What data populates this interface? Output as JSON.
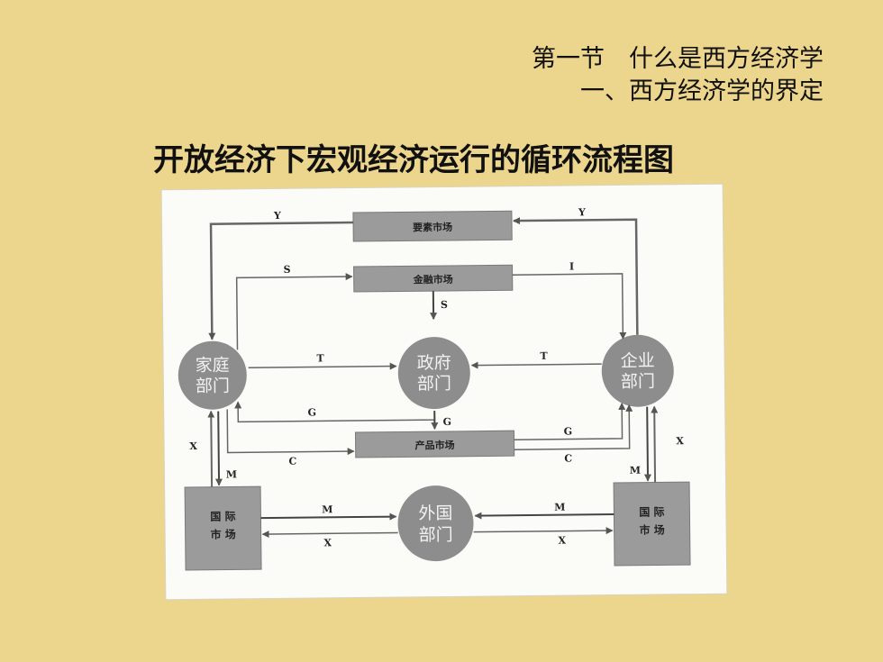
{
  "section": {
    "line1": "第一节　什么是西方经济学",
    "line2": "一、西方经济学的界定"
  },
  "heading": "开放经济下宏观经济运行的循环流程图",
  "diagram": {
    "nodes": {
      "household": [
        "家庭",
        "部门"
      ],
      "government": [
        "政府",
        "部门"
      ],
      "firm": [
        "企业",
        "部门"
      ],
      "foreign": [
        "外国",
        "部门"
      ]
    },
    "markets": {
      "factor": "要素市场",
      "financial": "金融市场",
      "product": "产品市场",
      "intl_left": [
        "国 际",
        "市 场"
      ],
      "intl_right": [
        "国 际",
        "市 场"
      ]
    },
    "flows": {
      "Y": "Y",
      "S": "S",
      "I": "I",
      "T": "T",
      "G": "G",
      "C": "C",
      "X": "X",
      "M": "M"
    }
  },
  "colors": {
    "background": "#ecd58c",
    "node": "#8d8d8d",
    "market_box": "#9b9b9b",
    "line": "#6b6b6b"
  }
}
